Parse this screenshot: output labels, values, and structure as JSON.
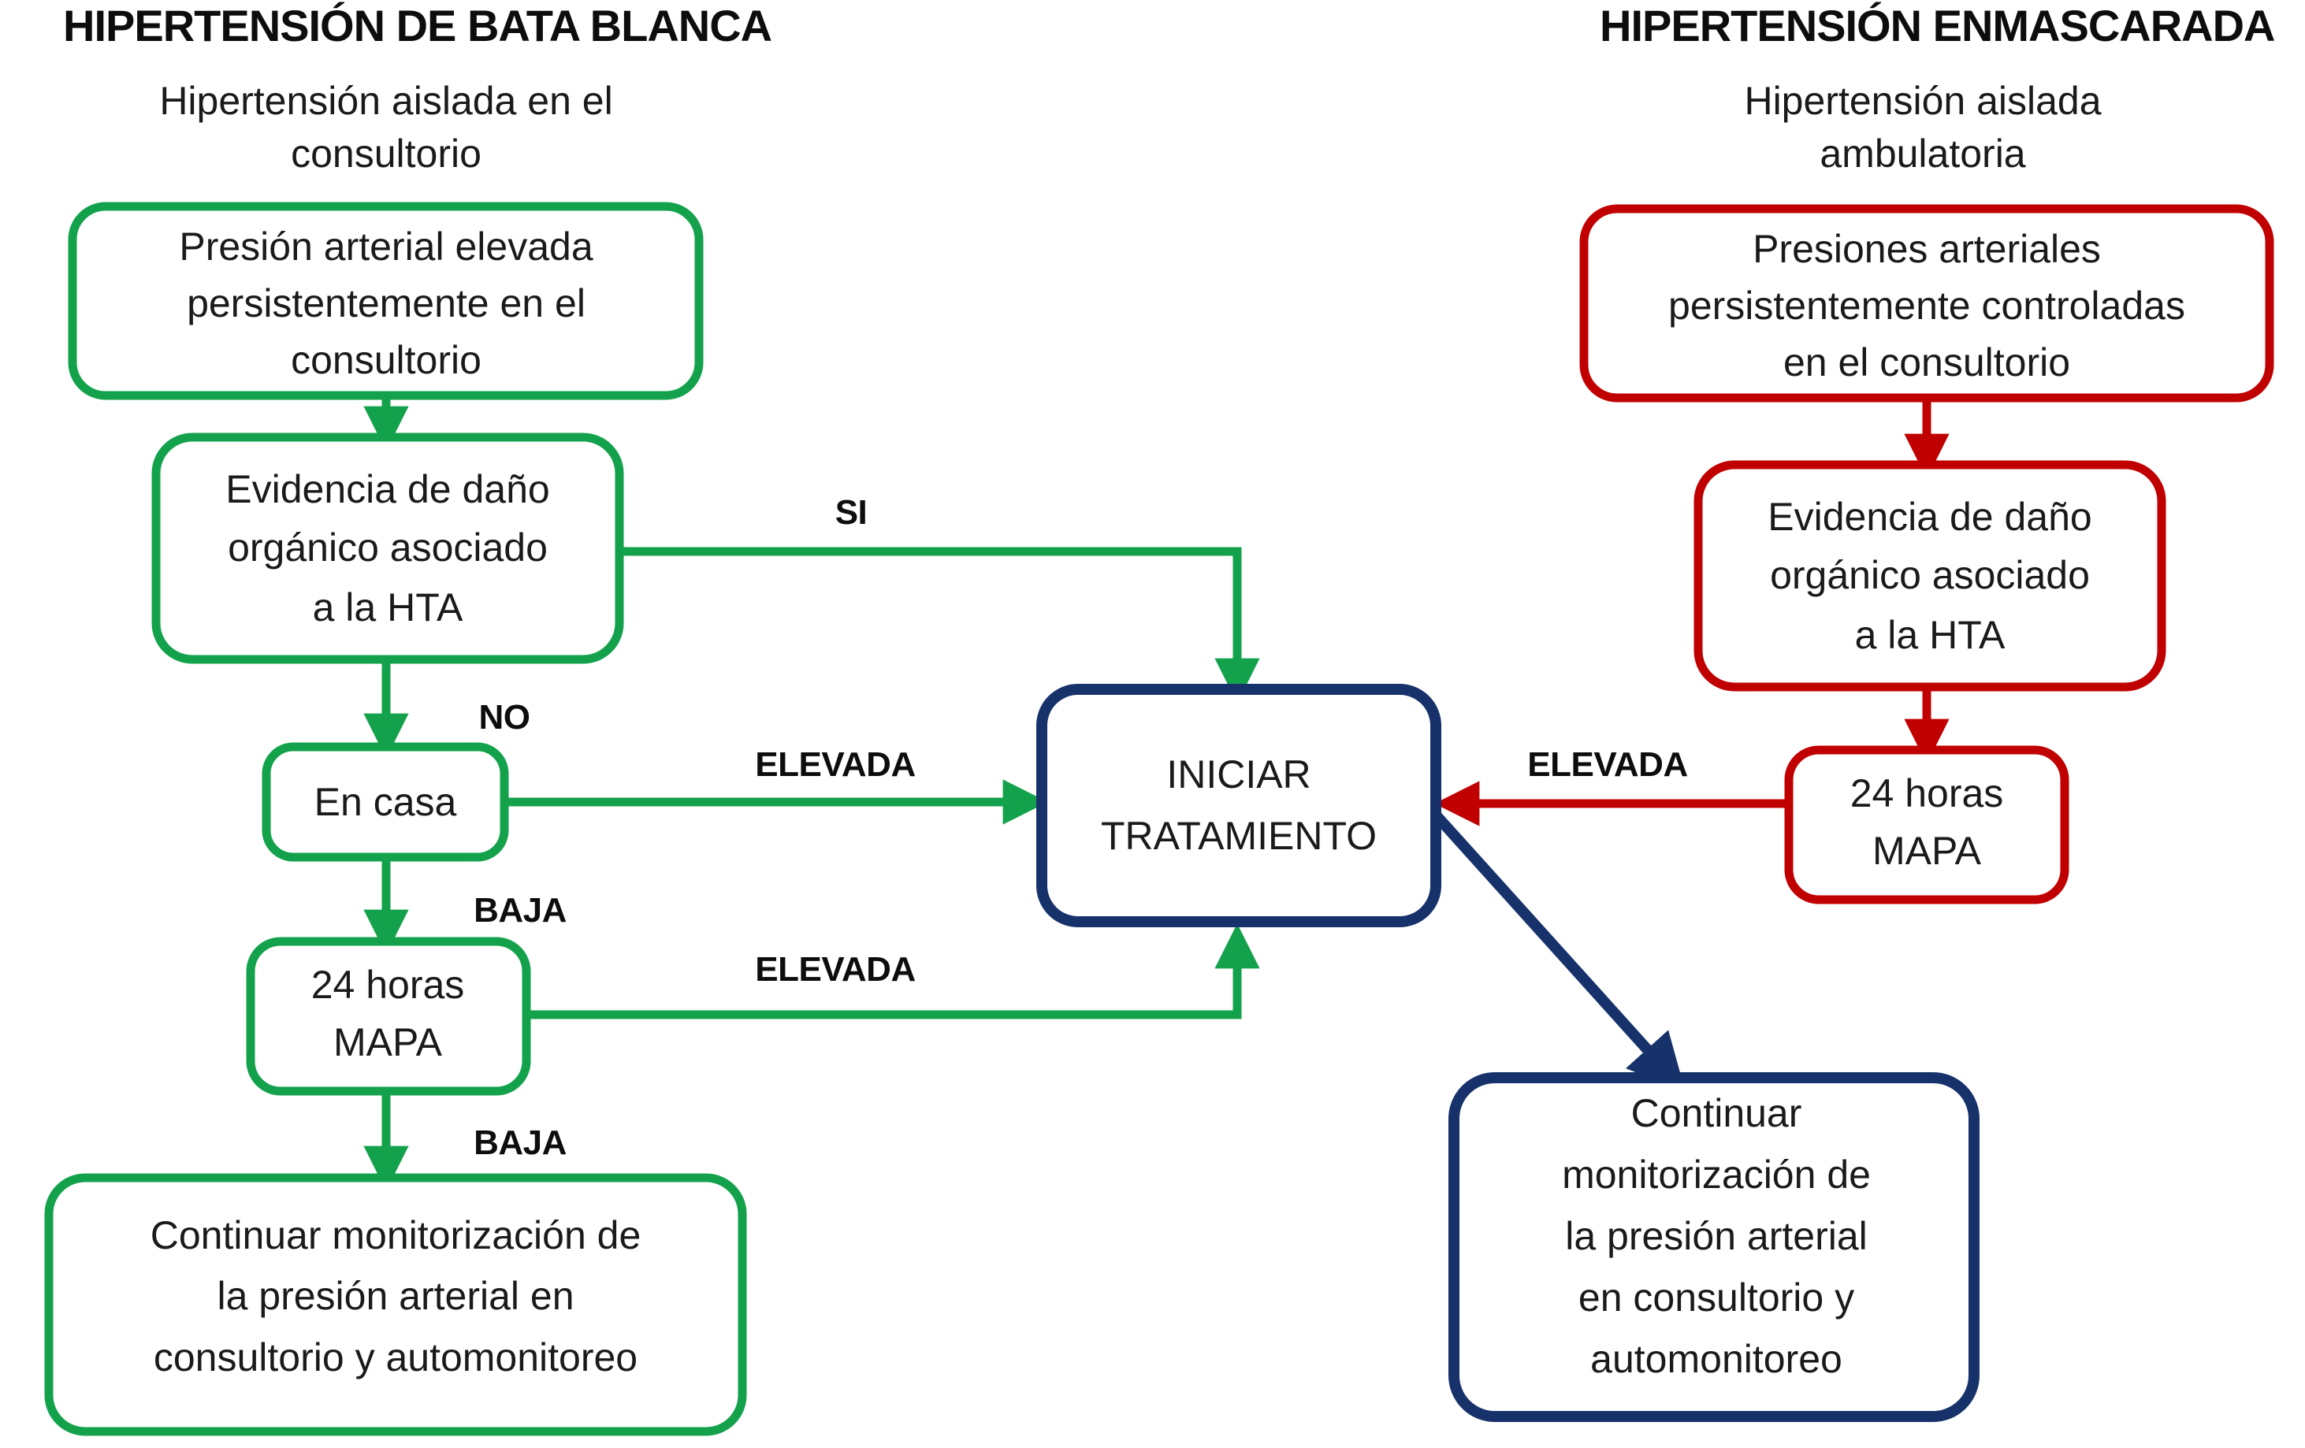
{
  "palette": {
    "green": "#13A24B",
    "red": "#C00000",
    "navy": "#17326B",
    "text": "#1a1a1a",
    "background": "#ffffff"
  },
  "columns": {
    "left": {
      "title": "HIPERTENSIÓN DE BATA BLANCA",
      "subtitle_line1": "Hipertensión aislada en el",
      "subtitle_line2": "consultorio"
    },
    "right": {
      "title": "HIPERTENSIÓN ENMASCARADA",
      "subtitle_line1": "Hipertensión aislada",
      "subtitle_line2": "ambulatoria"
    }
  },
  "nodes": {
    "left_start": {
      "color": "green",
      "lines": [
        "Presión arterial elevada",
        "persistentemente en el",
        "consultorio"
      ]
    },
    "left_damage": {
      "color": "green",
      "lines": [
        "Evidencia de daño",
        "orgánico asociado",
        "a la HTA"
      ]
    },
    "left_home": {
      "color": "green",
      "lines": [
        "En casa"
      ]
    },
    "left_abpm": {
      "color": "green",
      "lines": [
        "24 horas",
        "MAPA"
      ]
    },
    "left_monitor": {
      "color": "green",
      "lines": [
        "Continuar monitorización de",
        "la presión arterial en",
        "consultorio y automonitoreo"
      ]
    },
    "center_treat": {
      "color": "navy",
      "lines": [
        "INICIAR",
        "TRATAMIENTO"
      ]
    },
    "right_start": {
      "color": "red",
      "lines": [
        "Presiones arteriales",
        "persistentemente controladas",
        "en el consultorio"
      ]
    },
    "right_damage": {
      "color": "red",
      "lines": [
        "Evidencia de daño",
        "orgánico asociado",
        "a la HTA"
      ]
    },
    "right_abpm": {
      "color": "red",
      "lines": [
        "24 horas",
        "MAPA"
      ]
    },
    "right_monitor": {
      "color": "navy",
      "lines": [
        "Continuar",
        "monitorización de",
        "la presión arterial",
        "en consultorio y",
        "automonitoreo"
      ]
    }
  },
  "edge_labels": {
    "si": "SI",
    "no": "NO",
    "elevada_home": "ELEVADA",
    "baja_home": "BAJA",
    "elevada_abpm": "ELEVADA",
    "baja_abpm": "BAJA",
    "elevada_right": "ELEVADA"
  }
}
